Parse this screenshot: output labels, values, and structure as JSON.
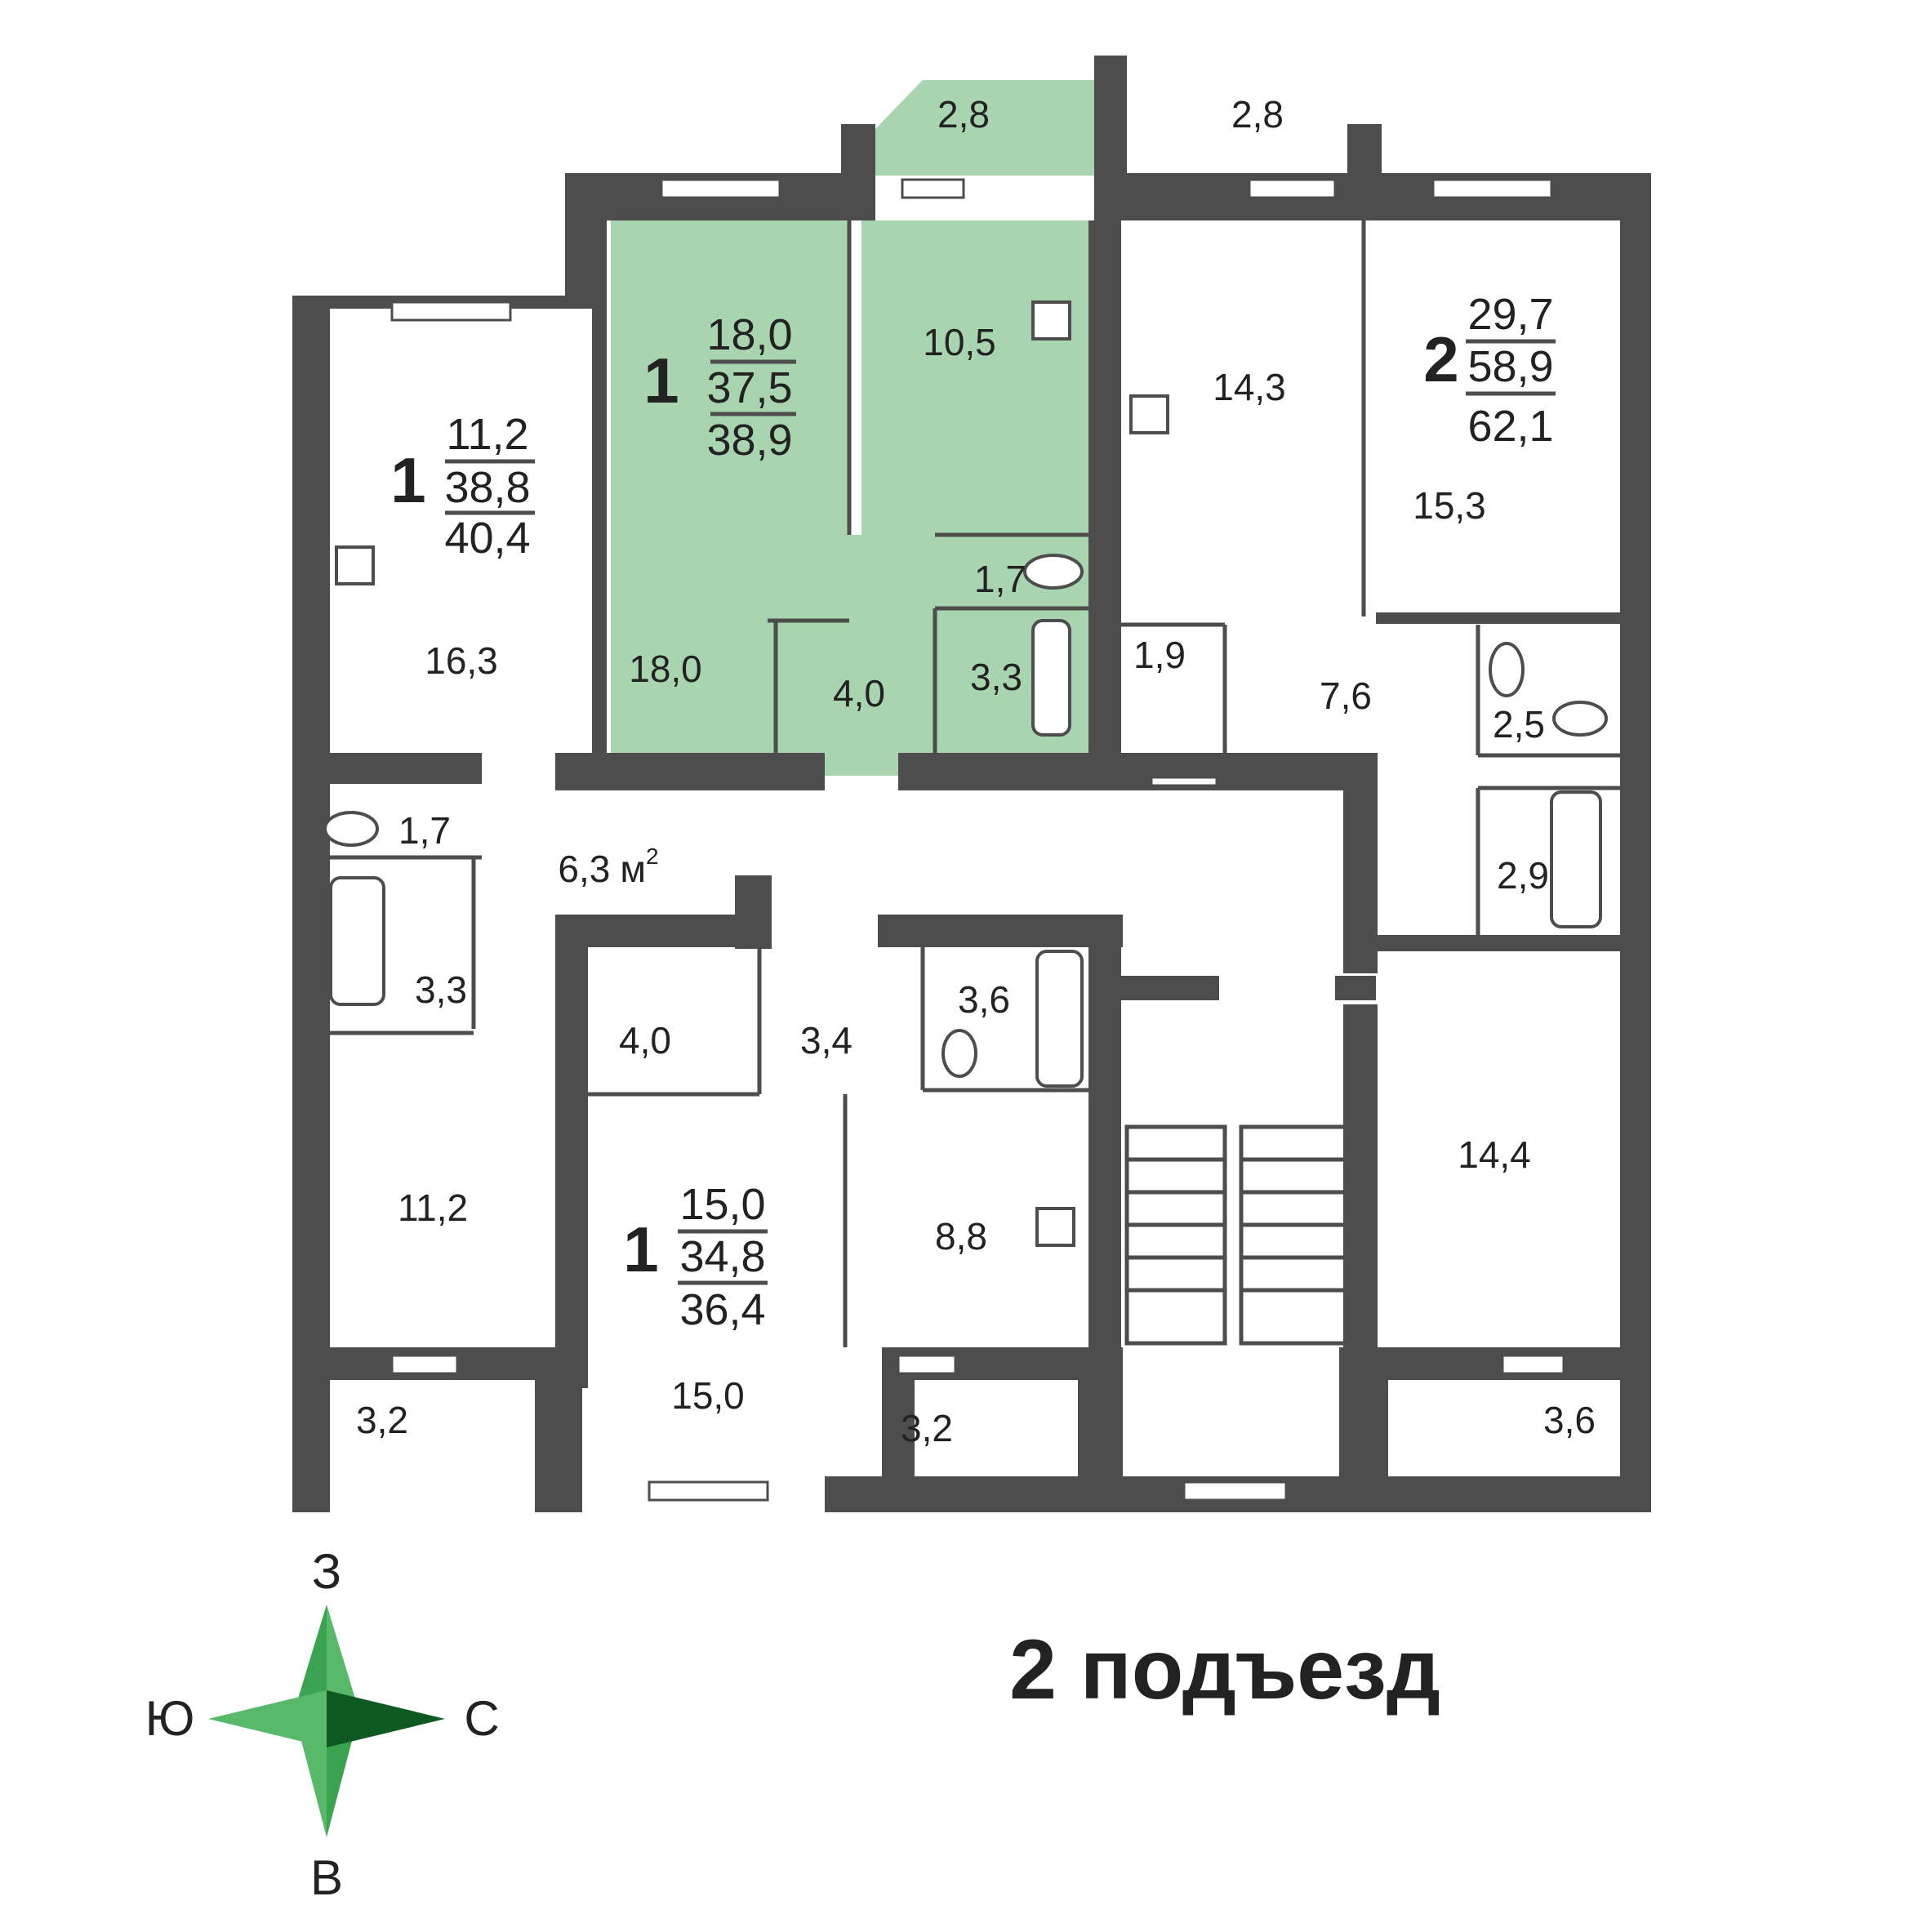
{
  "highlight_color": "#a8d5b0",
  "compass": {
    "north_label": "З",
    "south_label": "В",
    "west_label": "Ю",
    "east_label": "С",
    "colors": {
      "light": "#59b96a",
      "mid": "#3aa34f",
      "dark": "#0f5a20"
    }
  },
  "title": "2 подъезд",
  "apartments": [
    {
      "rooms": "1",
      "living": "18,0",
      "total": "37,5",
      "total_with_balcony": "38,9"
    },
    {
      "rooms": "1",
      "living": "11,2",
      "total": "38,8",
      "total_with_balcony": "40,4"
    },
    {
      "rooms": "2",
      "living": "29,7",
      "total": "58,9",
      "total_with_balcony": "62,1"
    },
    {
      "rooms": "1",
      "living": "15,0",
      "total": "34,8",
      "total_with_balcony": "36,4"
    }
  ],
  "rooms": {
    "balcony_a": "2,8",
    "balcony_b": "2,8",
    "kitchen_a": "10,5",
    "room_a": "18,0",
    "hall_a": "4,0",
    "wc_a": "1,7",
    "bath_a": "3,3",
    "kitchen_b": "16,3",
    "wc_b": "1,7",
    "bath_b": "3,3",
    "room_b": "11,2",
    "balcony_c": "3,2",
    "lobby": "6,3",
    "lobby_unit": "м",
    "lobby_sup": "2",
    "kitchen_c": "14,3",
    "room_c1": "15,3",
    "store_c": "1,9",
    "hall_c": "7,6",
    "wc_c": "2,5",
    "bath_c": "2,9",
    "room_c2": "14,4",
    "balcony_e": "3,6",
    "store_d": "4,0",
    "hall_d": "3,4",
    "bath_d": "3,6",
    "kitchen_d": "8,8",
    "room_d": "15,0",
    "balcony_d": "3,2"
  }
}
